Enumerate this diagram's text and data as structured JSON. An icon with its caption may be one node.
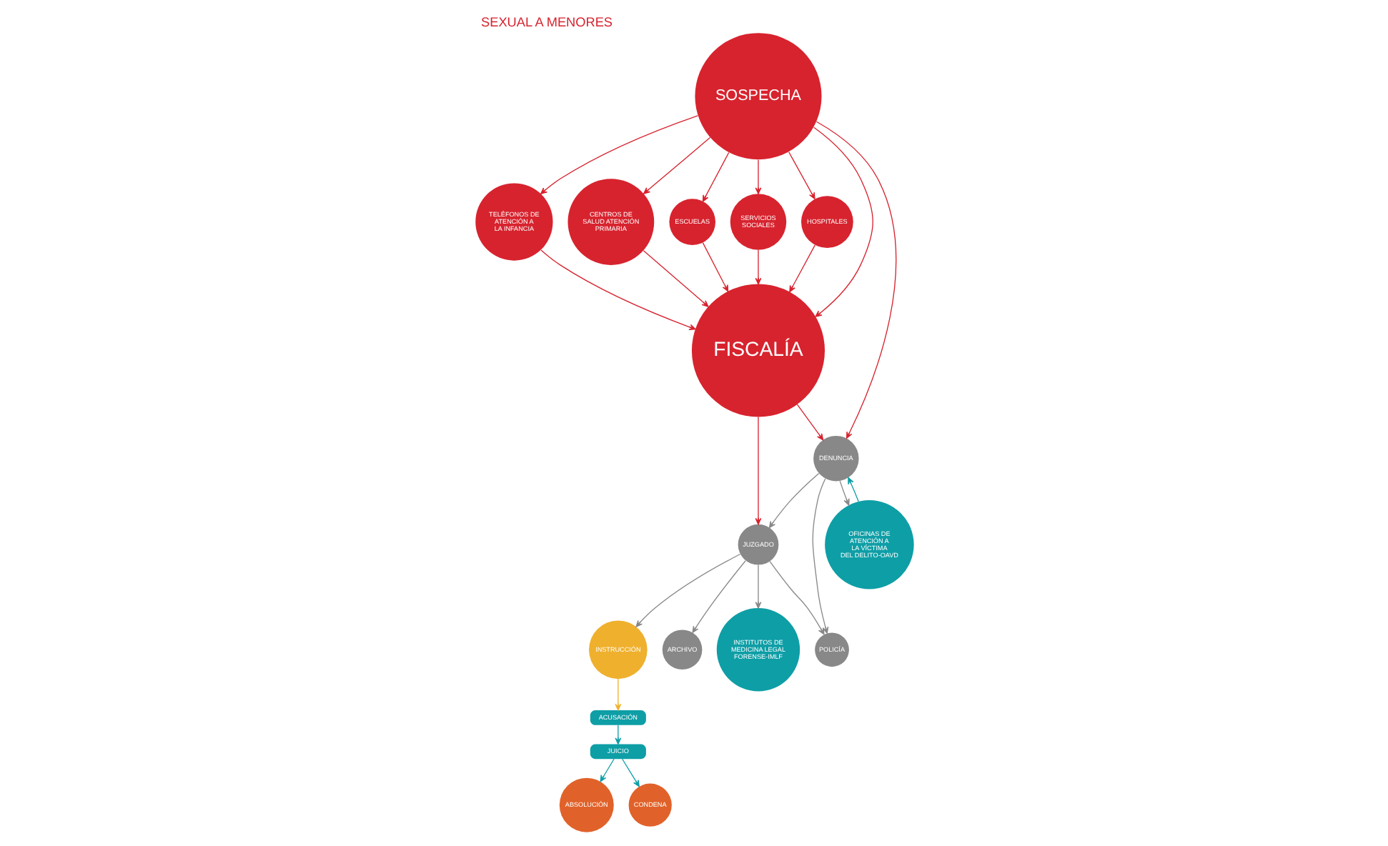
{
  "diagram": {
    "title": "SEXUAL A MENORES",
    "nodes": [
      {
        "text": [
          "SOSPECHA"
        ]
      },
      {
        "text": [
          "TELÉFONOS DE ATENCIÓN A LA INFANCIA"
        ]
      },
      {
        "text": [
          "CENTROS DE SALUD ATENCIÓN PRIMARIA"
        ]
      },
      {
        "text": [
          "ESCUELAS"
        ]
      },
      {
        "text": [
          "SERVICIOS SOCIALES"
        ]
      },
      {
        "text": [
          "HOSPITALES"
        ]
      },
      {
        "text": [
          "FISCALÍA"
        ]
      },
      {
        "text": [
          "OFICINAS DE ATENCIÓN A LA VÍCTIMA DEL DELITO-OAVD"
        ]
      },
      {
        "text": [
          "DENUNCIA"
        ]
      },
      {
        "text": [
          "POLICÍA"
        ]
      },
      {
        "text": [
          "JUZGADO"
        ]
      },
      {
        "text": [
          "INSTRUCCIÓN"
        ]
      },
      {
        "text": [
          "ARCHIVO"
        ]
      },
      {
        "text": [
          "INSTITUTOS DE MEDICINA LEGAL FORENSE-IMLF"
        ]
      },
      {
        "text": [
          "ACUSACIÓN"
        ]
      },
      {
        "text": [
          "JUICIO"
        ]
      },
      {
        "text": [
          "ABSOLUCIÓN"
        ]
      },
      {
        "text": [
          "CONDENA"
        ]
      }
    ],
    "edges": [
      {
        "from": 0,
        "to": 1,
        "arrow": "to"
      },
      {
        "from": 0,
        "to": 3,
        "arrow": "to"
      },
      {
        "from": 0,
        "to": 4,
        "arrow": "to"
      },
      {
        "from": 0,
        "to": 5,
        "arrow": "to"
      },
      {
        "from": 0,
        "to": 2,
        "arrow": "to"
      },
      {
        "from": 0,
        "to": 6,
        "arrow": "to"
      },
      {
        "from": 0,
        "to": 8,
        "arrow": "to"
      },
      {
        "from": 1,
        "to": 6,
        "arrow": "to"
      },
      {
        "from": 3,
        "to": 6,
        "arrow": "to"
      },
      {
        "from": 4,
        "to": 6,
        "arrow": "to"
      },
      {
        "from": 5,
        "to": 6,
        "arrow": "to"
      },
      {
        "from": 2,
        "to": 6,
        "arrow": "to"
      },
      {
        "from": 6,
        "to": 8,
        "arrow": "to"
      },
      {
        "from": 6,
        "to": 10,
        "arrow": "to"
      },
      {
        "from": 7,
        "to": 8,
        "arrow": "to",
        "color": "#0e9ea6"
      },
      {
        "from": 8,
        "to": 7,
        "arrow": "to",
        "color": "#888888"
      },
      {
        "from": 8,
        "to": 9,
        "arrow": "to",
        "color": "#888888"
      },
      {
        "from": 8,
        "to": 10,
        "arrow": "to",
        "color": "#888888"
      },
      {
        "from": 10,
        "to": 9,
        "arrow": "to",
        "color": "#888888"
      },
      {
        "from": 10,
        "to": 11,
        "arrow": "to",
        "color": "#888888"
      },
      {
        "from": 10,
        "to": 12,
        "arrow": "to",
        "color": "#888888"
      },
      {
        "from": 10,
        "to": 13,
        "arrow": "to",
        "color": "#888888"
      },
      {
        "from": 11,
        "to": 14,
        "arrow": "to",
        "color": "#efb02d"
      },
      {
        "from": 14,
        "to": 15,
        "arrow": "to",
        "color": "#0e9ea6"
      },
      {
        "from": 15,
        "to": 16,
        "arrow": "to",
        "color": "#0e9ea6"
      },
      {
        "from": 15,
        "to": 17,
        "arrow": "to",
        "color": "#0e9ea6"
      }
    ]
  }
}
